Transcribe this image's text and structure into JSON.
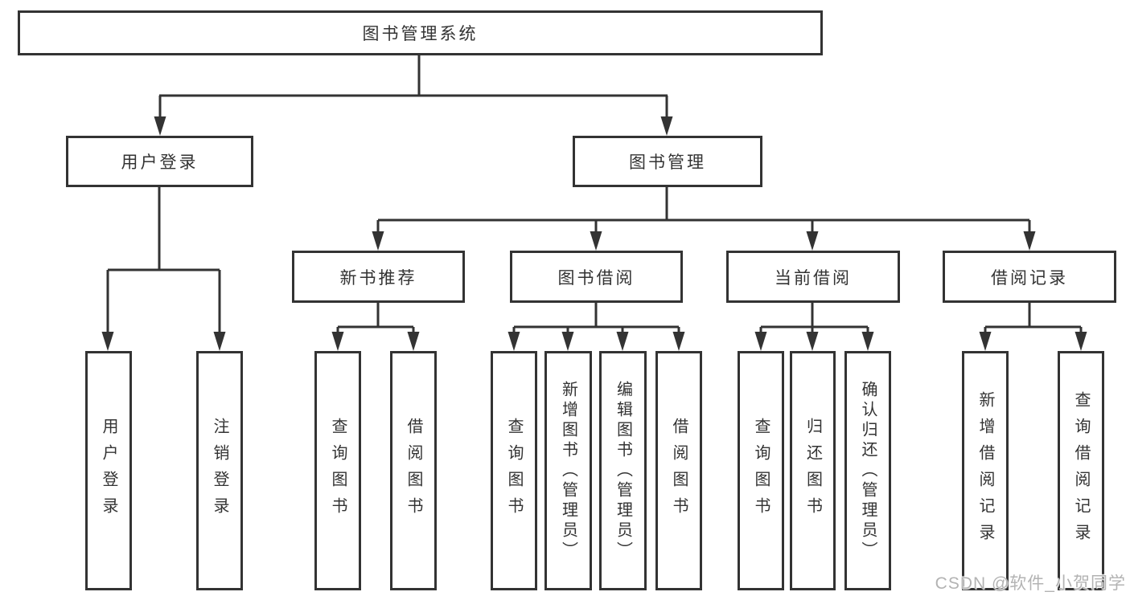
{
  "diagram_type": "hierarchy-tree",
  "nodes": {
    "root": {
      "label": "图书管理系统"
    },
    "level2": [
      {
        "label": "用户登录",
        "parent": "图书管理系统"
      },
      {
        "label": "图书管理",
        "parent": "图书管理系统"
      }
    ],
    "level3": [
      {
        "label": "新书推荐",
        "parent": "图书管理"
      },
      {
        "label": "图书借阅",
        "parent": "图书管理"
      },
      {
        "label": "当前借阅",
        "parent": "图书管理"
      },
      {
        "label": "借阅记录",
        "parent": "图书管理"
      }
    ],
    "leaves": [
      {
        "label": "用户登录",
        "parent": "用户登录"
      },
      {
        "label": "注销登录",
        "parent": "用户登录"
      },
      {
        "label": "查询图书",
        "parent": "新书推荐"
      },
      {
        "label": "借阅图书",
        "parent": "新书推荐"
      },
      {
        "label": "查询图书",
        "parent": "图书借阅"
      },
      {
        "label": "新增图书（管理员）",
        "parent": "图书借阅"
      },
      {
        "label": "编辑图书（管理员）",
        "parent": "图书借阅"
      },
      {
        "label": "借阅图书",
        "parent": "图书借阅"
      },
      {
        "label": "查询图书",
        "parent": "当前借阅"
      },
      {
        "label": "归还图书",
        "parent": "当前借阅"
      },
      {
        "label": "确认归还（管理员）",
        "parent": "当前借阅"
      },
      {
        "label": "新增借阅记录",
        "parent": "借阅记录"
      },
      {
        "label": "查询借阅记录",
        "parent": "借阅记录"
      }
    ]
  },
  "watermark": {
    "text": "CSDN @软件_小贺同学"
  },
  "colors": {
    "line": "#333333",
    "text": "#333333",
    "background": "#ffffff",
    "watermark": "#b3b3b3"
  }
}
